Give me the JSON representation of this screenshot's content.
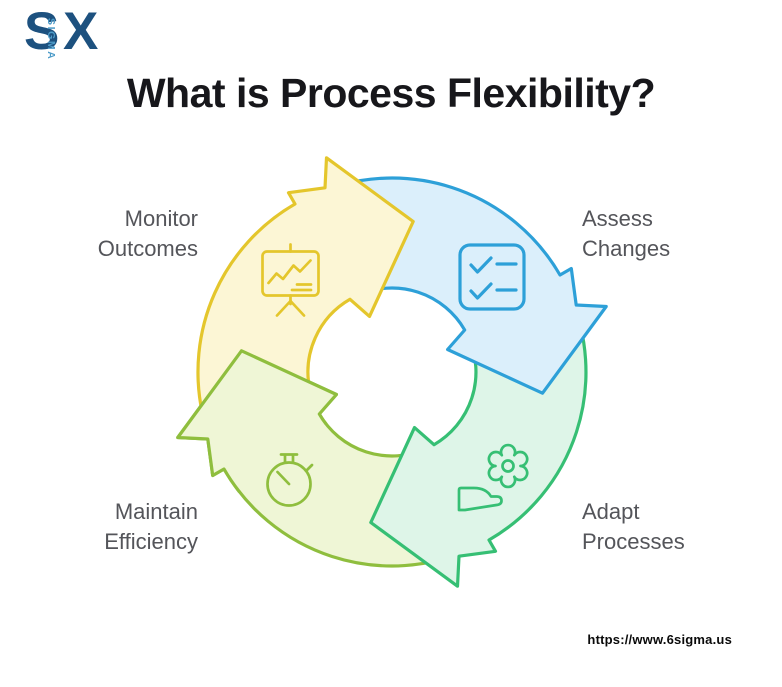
{
  "title": "What is Process Flexibility?",
  "logo": {
    "six_s": "S",
    "sigma_vertical": "SIGMA",
    "six_x": "X",
    "dark_color": "#1d517f",
    "light_color": "#4e9cc9"
  },
  "footer": {
    "website_url": "https://www.6sigma.us"
  },
  "diagram": {
    "type": "cycle",
    "direction": "clockwise",
    "steps": [
      {
        "id": "assess-changes",
        "line1": "Assess",
        "line2": "Changes",
        "icon": "checklist-icon",
        "quadrant": "top-right",
        "fill": "#dbeffb",
        "stroke": "#2da0d8"
      },
      {
        "id": "adapt-processes",
        "line1": "Adapt",
        "line2": "Processes",
        "icon": "gear-hand-icon",
        "quadrant": "bottom-right",
        "fill": "#def5e8",
        "stroke": "#36bf74"
      },
      {
        "id": "maintain-efficiency",
        "line1": "Maintain",
        "line2": "Efficiency",
        "icon": "stopwatch-icon",
        "quadrant": "bottom-left",
        "fill": "#eff6d6",
        "stroke": "#8fbe3e"
      },
      {
        "id": "monitor-outcomes",
        "line1": "Monitor",
        "line2": "Outcomes",
        "icon": "presentation-chart-icon",
        "quadrant": "top-left",
        "fill": "#fcf6d5",
        "stroke": "#e4c62c"
      }
    ],
    "geometry": {
      "outer_radius": 194,
      "inner_radius": 84,
      "arrows_draw_order": [
        {
          "step_index": 2,
          "tail": 156,
          "base": 246,
          "redraw_head_on_top": true
        },
        {
          "step_index": 1,
          "tail": 66,
          "base": 156
        },
        {
          "step_index": 0,
          "tail": 336,
          "base": 66
        },
        {
          "step_index": 3,
          "tail": 258,
          "base": 336
        }
      ]
    }
  },
  "colors": {
    "background": "#ffffff",
    "title_text": "#17171b",
    "label_text": "#54555a",
    "url_text": "#0a0a0a"
  }
}
